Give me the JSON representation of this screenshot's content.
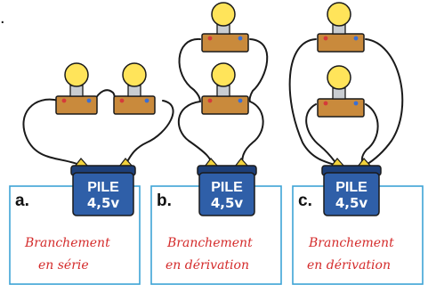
{
  "top_mark": ".",
  "battery": {
    "label": "PILE",
    "voltage": "4,5v"
  },
  "panels": [
    {
      "letter": "a.",
      "caption_line1": "Branchement",
      "caption_line2": "en série"
    },
    {
      "letter": "b.",
      "caption_line1": "Branchement",
      "caption_line2": "en dérivation"
    },
    {
      "letter": "c.",
      "caption_line1": "Branchement",
      "caption_line2": "en dérivation"
    }
  ],
  "colors": {
    "panel_border": "#3ea3d6",
    "caption": "#d42b2b",
    "battery": "#2f5fa8",
    "battery_dark": "#1d3f78",
    "battery_terminal": "#f2d23c",
    "bulb": "#ffe45a",
    "socket": "#c9cdd2",
    "holder": "#c98a3c",
    "wire": "#1a1a1a"
  }
}
